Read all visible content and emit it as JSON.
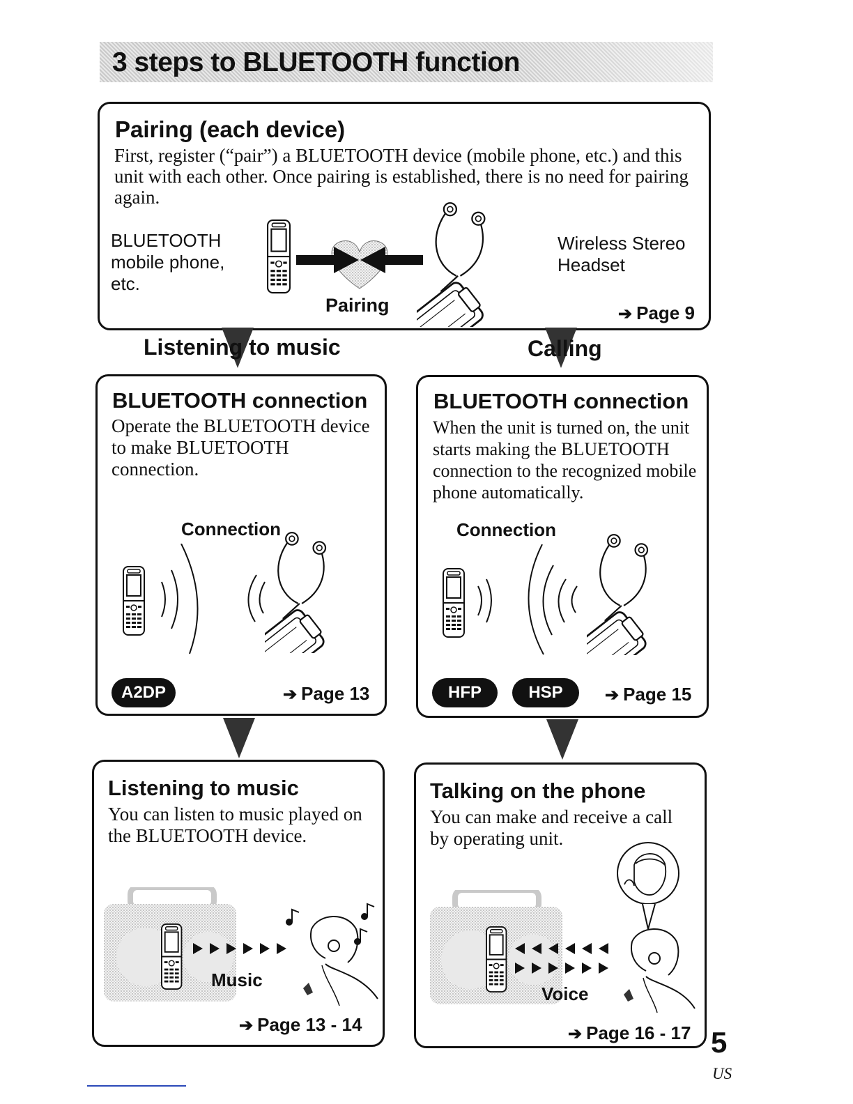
{
  "title": "3 steps to BLUETOOTH function",
  "pairing": {
    "heading": "Pairing (each device)",
    "body": "First, register (“pair”) a BLUETOOTH device (mobile phone, etc.) and this unit with each other. Once pairing is established, there is no need for pairing again.",
    "left_label_lines": [
      "BLUETOOTH",
      "mobile phone,",
      "etc."
    ],
    "center_label": "Pairing",
    "right_label_lines": [
      "Wireless Stereo",
      "Headset"
    ],
    "page_ref": "Page 9"
  },
  "branches": {
    "left": "Listening to music",
    "right": "Calling"
  },
  "music_connection": {
    "heading": "BLUETOOTH connection",
    "body": "Operate the BLUETOOTH device to make BLUETOOTH connection.",
    "label": "Connection",
    "badges": [
      "A2DP"
    ],
    "page_ref": "Page 13"
  },
  "call_connection": {
    "heading": "BLUETOOTH connection",
    "body": "When the unit is turned on, the unit starts making the BLUETOOTH connection to the recognized mobile phone automatically.",
    "label": "Connection",
    "badges": [
      "HFP",
      "HSP"
    ],
    "page_ref": "Page 15"
  },
  "listening": {
    "heading": "Listening to music",
    "body": "You can listen to music played on the BLUETOOTH device.",
    "label": "Music",
    "page_ref": "Page 13 - 14"
  },
  "talking": {
    "heading": "Talking on the phone",
    "body": "You can make and receive a call by operating unit.",
    "label": "Voice",
    "page_ref": "Page 16 - 17"
  },
  "page_number": "5",
  "region_code": "US",
  "icons": {
    "arrow": "right-arrow-icon",
    "phone": "mobile-phone-icon",
    "headset": "stereo-headset-icon",
    "heart": "heart-icon",
    "waves": "radio-wave-icon",
    "music_note": "music-note-icon"
  }
}
